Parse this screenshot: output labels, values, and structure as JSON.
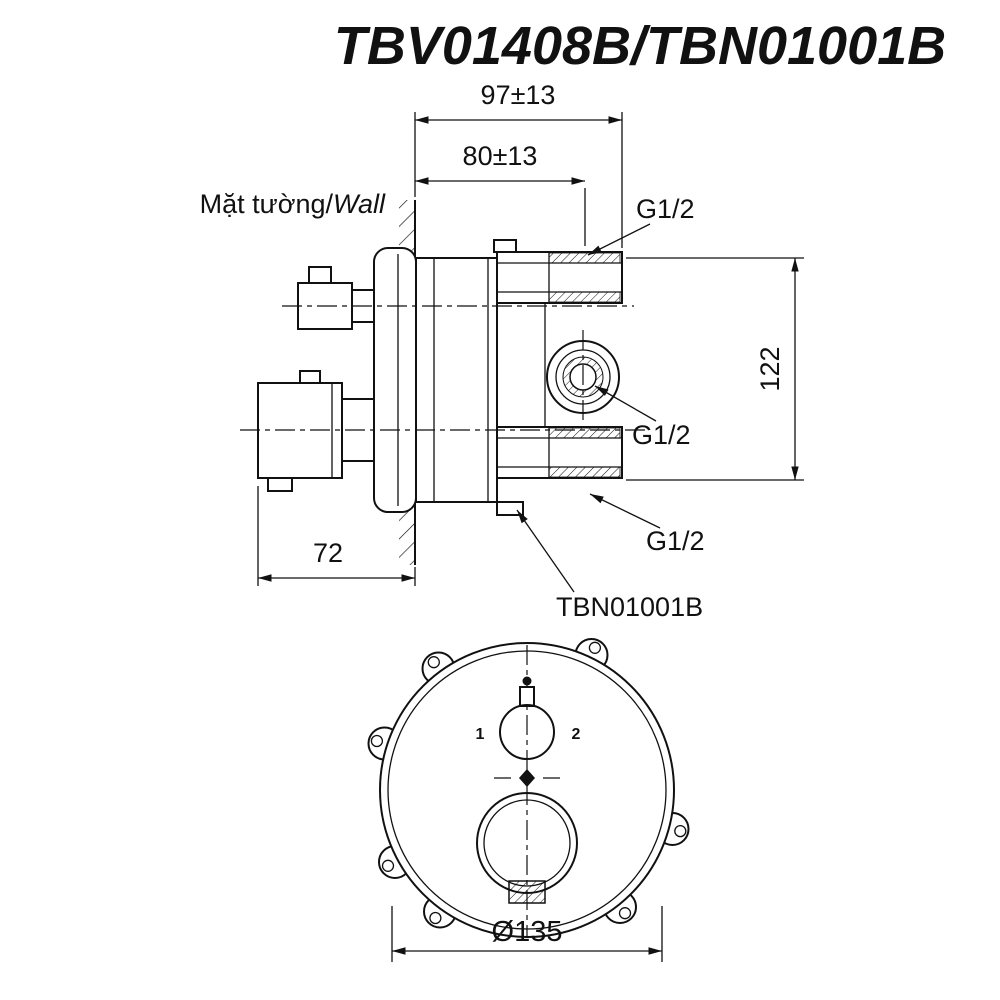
{
  "title": "TBV01408B/TBN01001B",
  "side_view": {
    "wall_label_vi": "Mặt tường/",
    "wall_label_en": "Wall",
    "dim_offset_outer": "97±13",
    "dim_offset_inner": "80±13",
    "dim_port_spacing": "122",
    "dim_handle_depth": "72",
    "port_top_label": "G1/2",
    "port_mid_label": "G1/2",
    "port_bottom_label": "G1/2",
    "valve_model_label": "TBN01001B"
  },
  "front_view": {
    "marker_left": "1",
    "marker_right": "2",
    "dim_diameter": "Ø135"
  }
}
